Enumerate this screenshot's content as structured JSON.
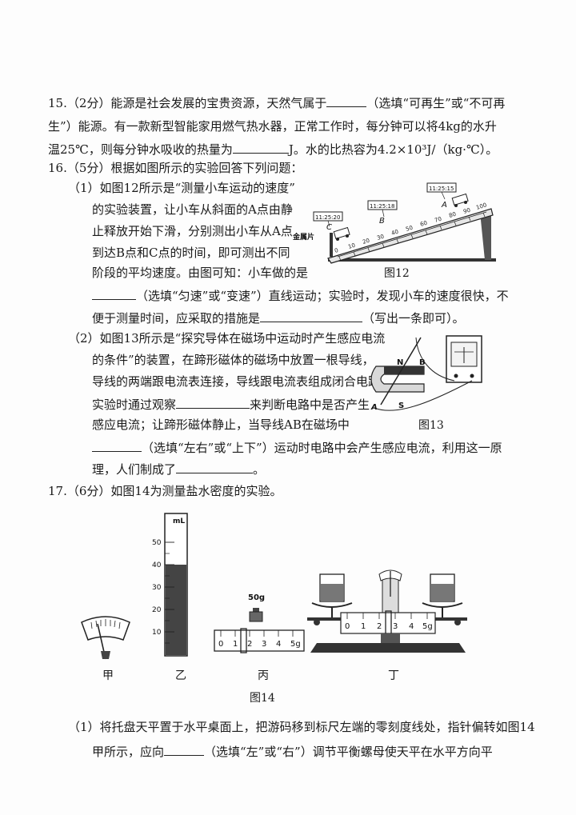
{
  "q15": {
    "line1_a": "15.（2分）能源是社会发展的宝贵资源，天然气属于",
    "line1_b": "（选填“可再生”或“不可再",
    "line2": "生”）能源。有一款新型智能家用燃气热水器，正常工作时，每分钟可以将4kg的水升",
    "line3_a": "温25℃，则每分钟水吸收的热量为",
    "line3_b": "J。水的比热容为4.2×10³J/（kg·℃）。"
  },
  "q16": {
    "header": "16.（5分）根据如图所示的实验回答下列问题：",
    "p1_l1": "（1）如图12所示是“测量小车运动的速度”",
    "p1_l2": "的实验装置，让小车从斜面的A点由静",
    "p1_l3": "止释放开始下滑，分别测出小车从A点",
    "p1_l4": "到达B点和C点的时间，即可测出不同",
    "p1_l5": "阶段的平均速度。由图可知：小车做的是",
    "p1_l6_b": "（选填“匀速”或“变速”）直线运动；实验时，发现小车的速度很快，不",
    "p1_l7_a": "便于测量时间，应采取的措施是",
    "p1_l7_b": "（写出一条即可）。",
    "p2_l1": "（2）如图13所示是“探究导体在磁场中运动时产生感应电流",
    "p2_l2": "的条件”的装置，在蹄形磁体的磁场中放置一根导线，",
    "p2_l3": "导线的两端跟电流表连接，导线跟电流表组成闭合电路。",
    "p2_l4_a": "实验时通过观察",
    "p2_l4_b": "来判断电路中是否产生",
    "p2_l5": "感应电流；让蹄形磁体静止，当导线AB在磁场中",
    "p2_l6_b": "（选填“左右”或“上下”）运动时电路中会产生感应电流，利用这一原",
    "p2_l7_a": "理，人们制成了",
    "p2_l7_b": "。"
  },
  "fig12": {
    "caption": "图12",
    "label_metal": "金属片",
    "time_a": "11:25:15",
    "time_b": "11:25:18",
    "time_c": "11:25:20",
    "point_a": "A",
    "point_b": "B",
    "point_c": "C",
    "ruler_ticks": [
      "0",
      "10",
      "20",
      "30",
      "40",
      "50",
      "60",
      "70",
      "80",
      "90",
      "100"
    ]
  },
  "fig13": {
    "caption": "图13",
    "label_n": "N",
    "label_b": "B",
    "label_a": "A",
    "label_s": "S"
  },
  "q17": {
    "header": "17.（6分）如图14为测量盐水密度的实验。",
    "p1_l1": "（1）将托盘天平置于水平桌面上，把游码移到标尺左端的零刻度线处，指针偏转如图14",
    "p1_l2_a": "甲所示，应向",
    "p1_l2_b": "（选填“左”或“右”）调节平衡螺母使天平在水平方向平"
  },
  "fig14": {
    "caption": "图14",
    "cyl_unit": "mL",
    "cyl_ticks": [
      "50",
      "40",
      "30",
      "20",
      "10"
    ],
    "cyl_level_ml": 40,
    "weight_label": "50g",
    "slider_ticks": [
      "0",
      "1",
      "2",
      "3",
      "4",
      "5g"
    ],
    "label_jia": "甲",
    "label_yi": "乙",
    "label_bing": "丙",
    "label_ding": "丁"
  }
}
